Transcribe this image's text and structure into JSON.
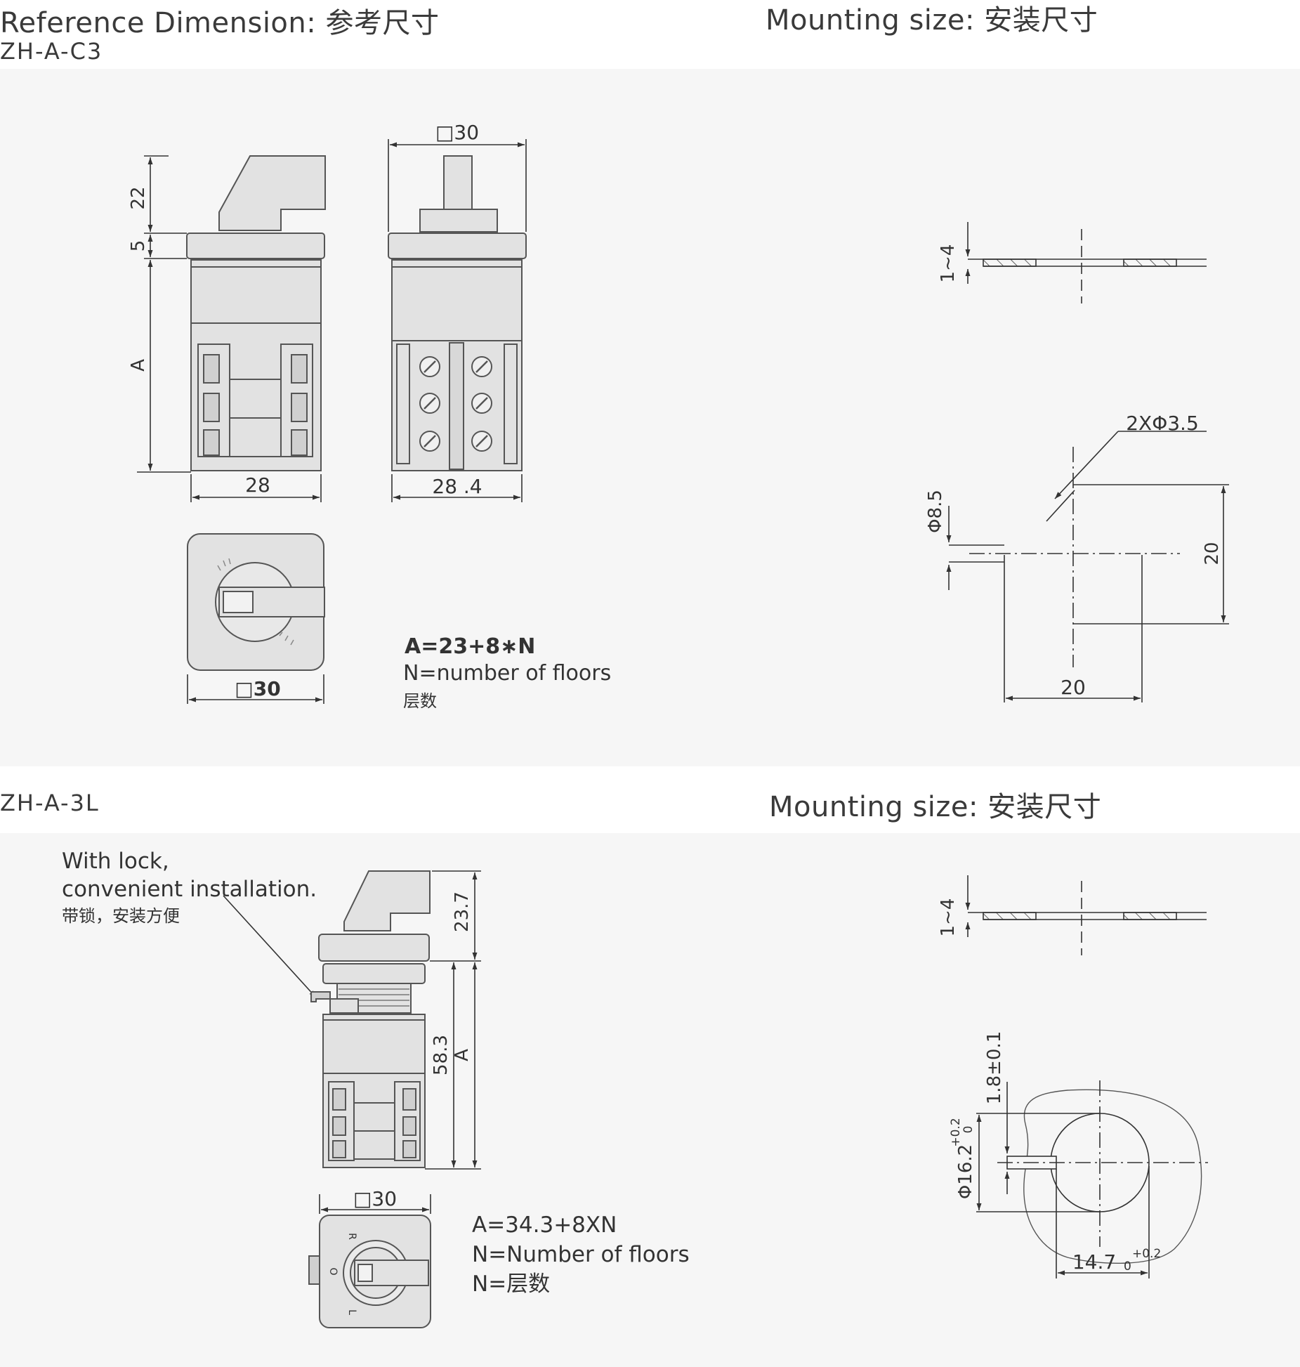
{
  "headers": {
    "reference_dimension": "Reference Dimension: 参考尺寸",
    "mounting_size_top": "Mounting size: 安装尺寸",
    "mounting_size_bottom": "Mounting size: 安装尺寸",
    "model_c3": "ZH-A-C3",
    "model_3l": "ZH-A-3L"
  },
  "c3": {
    "side_dims": {
      "d22": "22",
      "d5": "5",
      "dA": "A",
      "d28": "28"
    },
    "front_dims": {
      "d30": "□30",
      "d284": "28 .4"
    },
    "top_dims": {
      "d30": "□30"
    },
    "formula": "A=23+8∗N",
    "formula_note_en": "N=number of floors",
    "formula_note_cn": "层数",
    "mounting": {
      "thickness": "1~4",
      "holes": "2XΦ3.5",
      "dia": "Φ8.5",
      "d20_vertical": "20",
      "d20_horizontal": "20"
    }
  },
  "l3": {
    "lock_note_1": "With lock,",
    "lock_note_2": "convenient installation.",
    "lock_note_cn": "带锁，安装方便",
    "dims": {
      "d237": "23.7",
      "d583": "58.3",
      "dA": "A",
      "d30": "□30"
    },
    "knob_marks": {
      "r": "R",
      "o": "O",
      "l": "L"
    },
    "formula": "A=34.3+8XN",
    "formula_note_en": "N=Number of floors",
    "formula_note_cn": "N=层数",
    "mounting": {
      "thickness": "1~4",
      "d18": "1.8±0.1",
      "d162": "Φ16.2",
      "d162_tol_up": "+0.2",
      "d162_tol_down": "0",
      "d147": "14.7",
      "d147_tol_up": "+0.2",
      "d147_tol_down": "0"
    }
  },
  "colors": {
    "panel_bg": "#f6f6f6",
    "part_fill": "#e2e2e2",
    "part_stroke": "#555555",
    "dim_line": "#333333"
  }
}
